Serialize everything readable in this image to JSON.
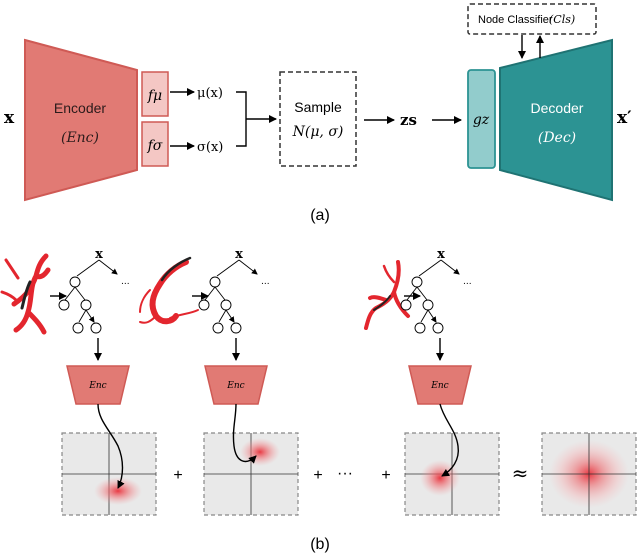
{
  "panel_a": {
    "input_label": "x",
    "encoder_label": "Encoder",
    "encoder_sub": "(Enc)",
    "f_mu": "fμ",
    "f_sigma": "fσ",
    "mu_out": "μ(x)",
    "sigma_out": "σ(x)",
    "sample_label": "Sample",
    "sample_formula": "N(μ, σ)",
    "z_label": "zs",
    "g_label": "gz",
    "decoder_label": "Decoder",
    "decoder_sub": "(Dec)",
    "output_label": "x′",
    "classifier_label": "Node Classifier",
    "classifier_sub": "(Cls)",
    "caption": "(a)"
  },
  "panel_b": {
    "tree_root": "x",
    "tree_more": "...",
    "encoder_label": "Enc",
    "plus": "+",
    "ellipsis": "···",
    "approx": "≈",
    "caption": "(b)"
  },
  "colors": {
    "encoder_fill": "#e17a74",
    "encoder_stroke": "#cf5a55",
    "f_fill": "#f4c7c4",
    "decoder_fill": "#2c9393",
    "decoder_stroke": "#1f7373",
    "g_fill": "#92cccc",
    "grid_fill": "#e9e9e9",
    "vessel_red": "#e3262e"
  }
}
